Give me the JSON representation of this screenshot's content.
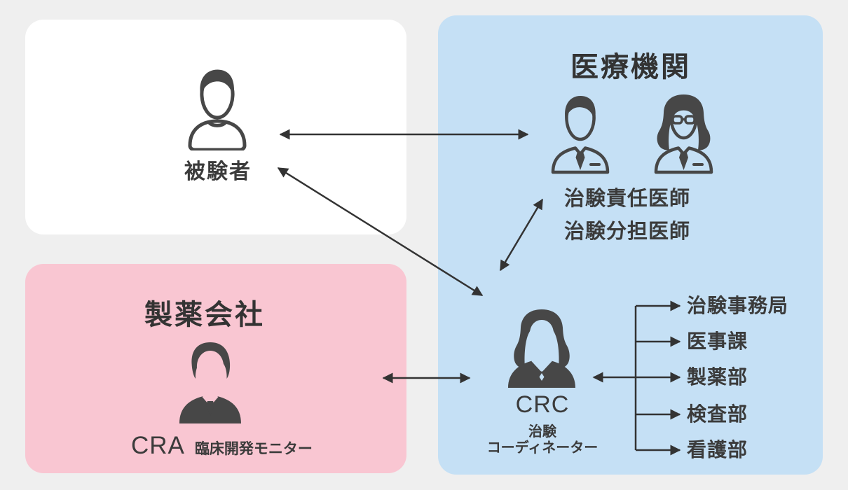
{
  "diagram": {
    "subject_box": {
      "label": "被験者",
      "icon": "person-outline-icon"
    },
    "pharma_box": {
      "title": "製薬会社",
      "role_abbr": "CRA",
      "role_name": "臨床開発モニター",
      "icon": "business-person-icon"
    },
    "hospital_box": {
      "title": "医療機関",
      "doctors": {
        "icons": [
          "male-doctor-icon",
          "female-doctor-icon"
        ],
        "label_line1": "治験責任医師",
        "label_line2": "治験分担医師"
      },
      "crc": {
        "abbr": "CRC",
        "role_line1": "治験",
        "role_line2": "コーディネーター",
        "icon": "female-coordinator-icon"
      },
      "departments": [
        "治験事務局",
        "医事課",
        "製薬部",
        "検査部",
        "看護部"
      ]
    },
    "arrows": [
      "被験者 ↔ 治験責任医師・治験分担医師",
      "被験者 ↔ CRC",
      "治験責任医師・治験分担医師 ↔ CRC",
      "CRA ↔ CRC",
      "CRC ↔ 治験事務局・医事課・製薬部・検査部・看護部"
    ],
    "colors": {
      "background": "#efefef",
      "subject_box": "#ffffff",
      "pharma_box": "#f9c6d2",
      "hospital_box": "#c5e0f5",
      "ink": "#3b3b3b",
      "arrow": "#333333"
    }
  }
}
